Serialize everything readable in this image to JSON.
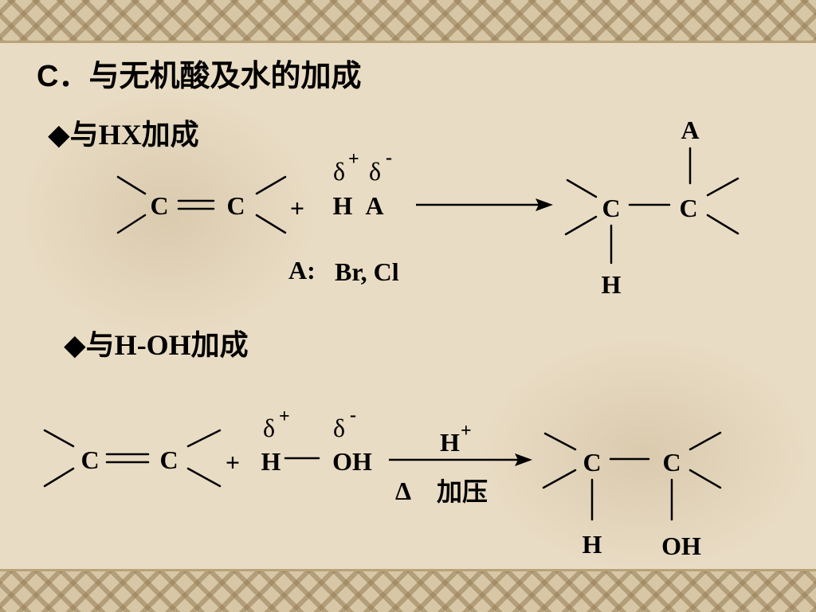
{
  "title": "C．与无机酸及水的加成",
  "section_hx": {
    "heading": "◆与HX加成",
    "reactant_c1": "C",
    "reactant_c2": "C",
    "plus": "+",
    "delta_pos": "δ",
    "sup_pos": "+",
    "delta_neg": "δ",
    "sup_neg": "-",
    "reagent_h": "H",
    "reagent_a": "A",
    "note_label": "A:",
    "note_value": "Br, Cl",
    "product_c1": "C",
    "product_c2": "C",
    "product_top": "A",
    "product_bottom": "H"
  },
  "section_hoh": {
    "heading": "◆与H-OH加成",
    "reactant_c1": "C",
    "reactant_c2": "C",
    "plus": "+",
    "delta_pos": "δ",
    "sup_pos": "+",
    "delta_neg": "δ",
    "sup_neg": "-",
    "reagent_h": "H",
    "reagent_oh": "OH",
    "catalyst_h": "H",
    "catalyst_sup": "+",
    "heat": "Δ",
    "pressure": "加压",
    "product_c1": "C",
    "product_c2": "C",
    "product_h": "H",
    "product_oh": "OH"
  }
}
